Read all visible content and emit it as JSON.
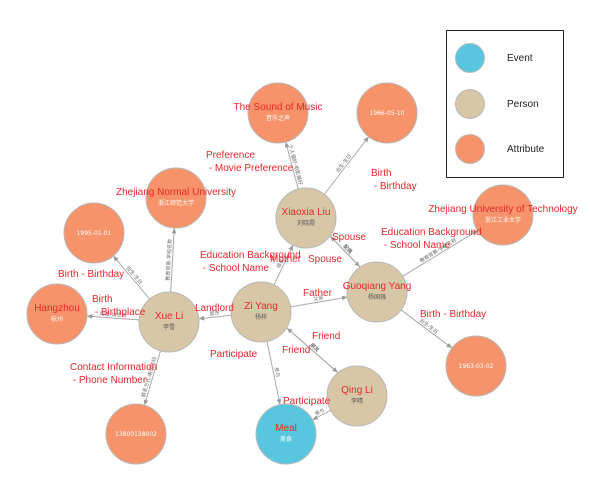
{
  "legend": {
    "items": [
      {
        "label": "Event",
        "color": "#59c6e0"
      },
      {
        "label": "Person",
        "color": "#d8c7a6"
      },
      {
        "label": "Attribute",
        "color": "#f7936a"
      }
    ]
  },
  "nodes": [
    {
      "id": "sound_of_music",
      "name": "The Sound of Music",
      "sub": "音乐之声",
      "type": "Attribute"
    },
    {
      "id": "date_1966",
      "name": "",
      "sub": "1966-05-10",
      "type": "Attribute"
    },
    {
      "id": "zhejiang_normal",
      "name": "Zhejiang Normal University",
      "sub": "浙江师范大学",
      "type": "Attribute"
    },
    {
      "id": "xiaoxia_liu",
      "name": "Xiaoxia Liu",
      "sub": "刘晓霞",
      "type": "Person"
    },
    {
      "id": "zhejiang_tech",
      "name": "Zhejiang University of Technology",
      "sub": "浙江工业大学",
      "type": "Attribute"
    },
    {
      "id": "date_1995",
      "name": "",
      "sub": "1995-01-01",
      "type": "Attribute"
    },
    {
      "id": "hangzhou",
      "name": "Hangzhou",
      "sub": "杭州",
      "type": "Attribute"
    },
    {
      "id": "xue_li",
      "name": "Xue Li",
      "sub": "李雪",
      "type": "Person"
    },
    {
      "id": "zi_yang",
      "name": "Zi Yang",
      "sub": "杨梓",
      "type": "Person"
    },
    {
      "id": "guoqiang_yang",
      "name": "Guoqiang Yang",
      "sub": "杨国强",
      "type": "Person"
    },
    {
      "id": "date_1963",
      "name": "",
      "sub": "1963-03-02",
      "type": "Attribute"
    },
    {
      "id": "qing_li",
      "name": "Qing Li",
      "sub": "李晴",
      "type": "Person"
    },
    {
      "id": "phone",
      "name": "",
      "sub": "13800138002",
      "type": "Attribute"
    },
    {
      "id": "meal",
      "name": "Meal",
      "sub": "美食",
      "type": "Event"
    }
  ],
  "edges": [
    {
      "from": "xiaoxia_liu",
      "to": "sound_of_music",
      "label": "Preference\n - Movie Preference",
      "tag": "个人偏好-电影偏好"
    },
    {
      "from": "xiaoxia_liu",
      "to": "date_1966",
      "label": "Birth\n - Birthday",
      "tag": "出生-生日"
    },
    {
      "from": "xue_li",
      "to": "zhejiang_normal",
      "label": "Education Background\n - School Name",
      "tag": "教育背景-学校名称"
    },
    {
      "from": "guoqiang_yang",
      "to": "zhejiang_tech",
      "label": "Education Background\n - School Name",
      "tag": "教育背景-学校名称"
    },
    {
      "from": "xue_li",
      "to": "date_1995",
      "label": "Birth - Birthday",
      "tag": "出生-生日"
    },
    {
      "from": "xue_li",
      "to": "hangzhou",
      "label": "Birth\n - Birthplace",
      "tag": "出生-出生地"
    },
    {
      "from": "xue_li",
      "to": "phone",
      "label": "Contact Information\n - Phone Number",
      "tag": "联系方式-电话号码"
    },
    {
      "from": "zi_yang",
      "to": "xue_li",
      "label": "Landlord",
      "tag": "房东"
    },
    {
      "from": "zi_yang",
      "to": "xiaoxia_liu",
      "label": "Mother",
      "tag": "母亲"
    },
    {
      "from": "zi_yang",
      "to": "guoqiang_yang",
      "label": "Father",
      "tag": "父亲"
    },
    {
      "from": "xiaoxia_liu",
      "to": "guoqiang_yang",
      "label": "Spouse",
      "tag": "配偶"
    },
    {
      "from": "guoqiang_yang",
      "to": "xiaoxia_liu",
      "label": "Spouse",
      "tag": "配偶"
    },
    {
      "from": "guoqiang_yang",
      "to": "date_1963",
      "label": "Birth - Birthday",
      "tag": "出生-生日"
    },
    {
      "from": "qing_li",
      "to": "zi_yang",
      "label": "Friend",
      "tag": "朋友"
    },
    {
      "from": "zi_yang",
      "to": "qing_li",
      "label": "Friend",
      "tag": "朋友"
    },
    {
      "from": "zi_yang",
      "to": "meal",
      "label": "Participate",
      "tag": "参与"
    },
    {
      "from": "qing_li",
      "to": "meal",
      "label": "Participate",
      "tag": "参与"
    }
  ]
}
